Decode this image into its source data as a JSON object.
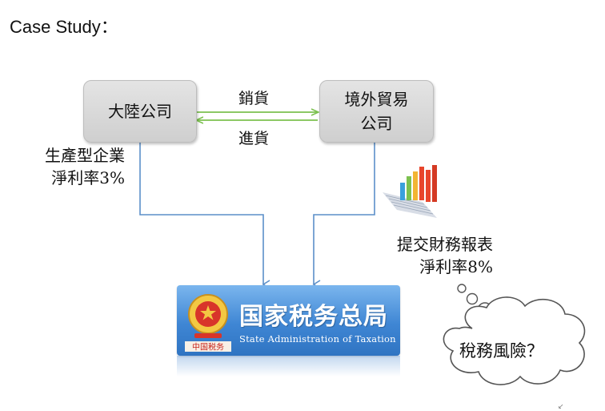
{
  "title": "Case Study：",
  "left_box": {
    "line1": "大陸公司"
  },
  "right_box": {
    "line1": "境外貿易",
    "line2": "公司"
  },
  "arrows": {
    "sell_label": "銷貨",
    "buy_label": "進貨"
  },
  "left_note": {
    "line1": "生產型企業",
    "line2": "淨利率3%"
  },
  "right_note": {
    "line1": "提交財務報表",
    "line2": "淨利率8%"
  },
  "banner": {
    "name_cn": "国家税务总局",
    "name_en": "State Administration of Taxation",
    "seal_text": "中国税务"
  },
  "risk_cloud": {
    "text": "稅務風險？"
  },
  "colors": {
    "flow_green": "#7cc14f",
    "flow_blue": "#5b8fc9",
    "banner_blue": "#3f86d4"
  }
}
